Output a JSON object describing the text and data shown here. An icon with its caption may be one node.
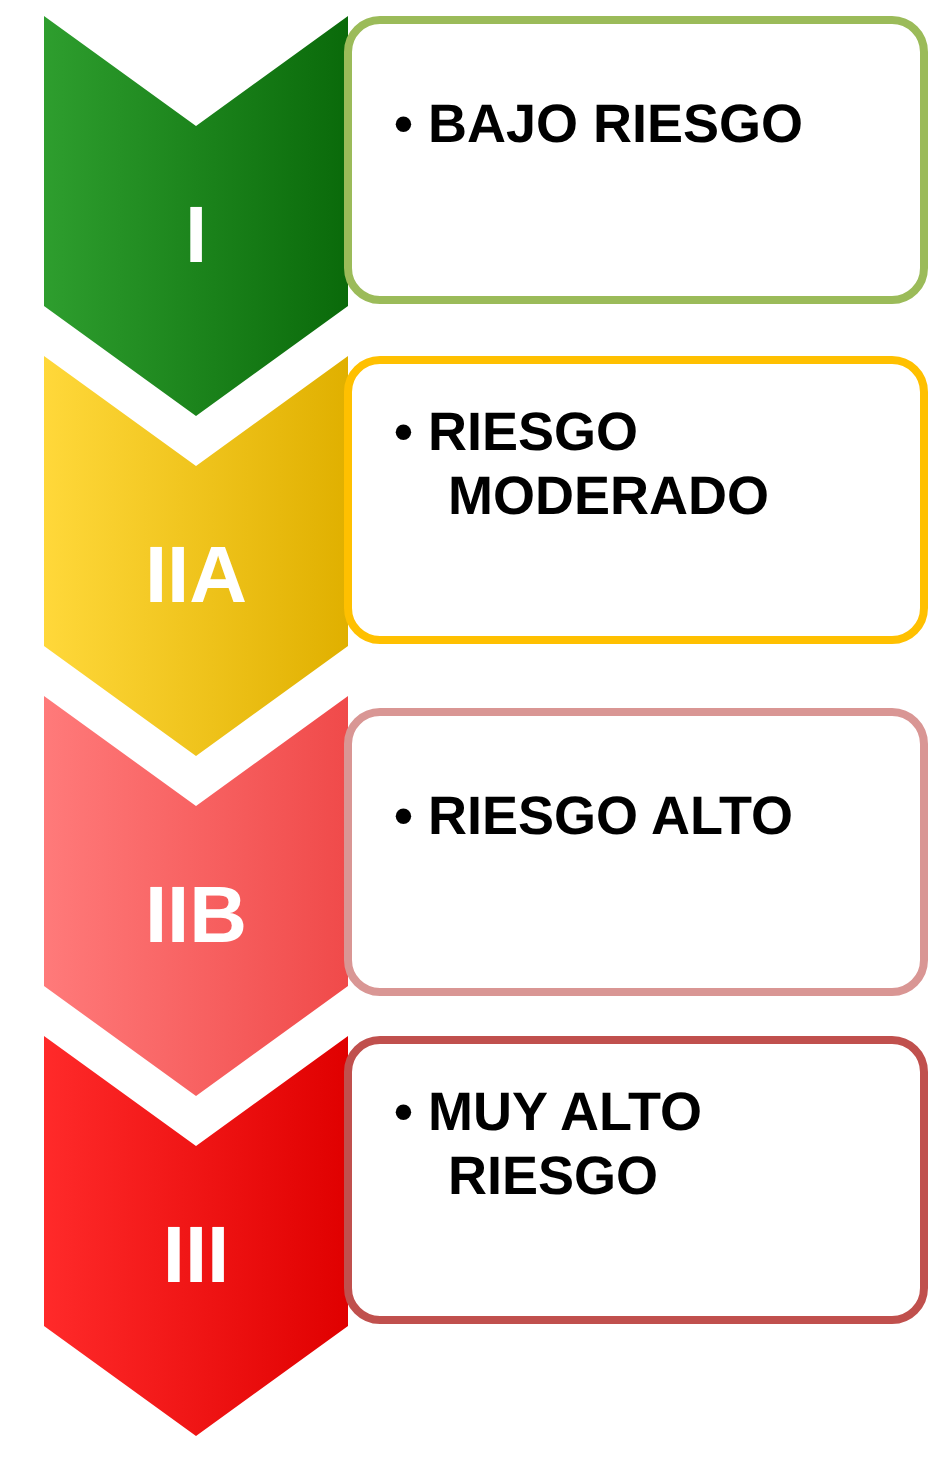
{
  "diagram": {
    "nodes": [
      {
        "text": [
          "I"
        ]
      },
      {
        "text": [
          "• BAJO RIESGO"
        ]
      },
      {
        "text": [
          "IIA"
        ]
      },
      {
        "text": [
          "• RIESGO MODERADO"
        ]
      },
      {
        "text": [
          "IIB"
        ]
      },
      {
        "text": [
          "• RIESGO ALTO"
        ]
      },
      {
        "text": [
          "III"
        ]
      },
      {
        "text": [
          "• MUY ALTO RIESGO"
        ]
      }
    ]
  }
}
